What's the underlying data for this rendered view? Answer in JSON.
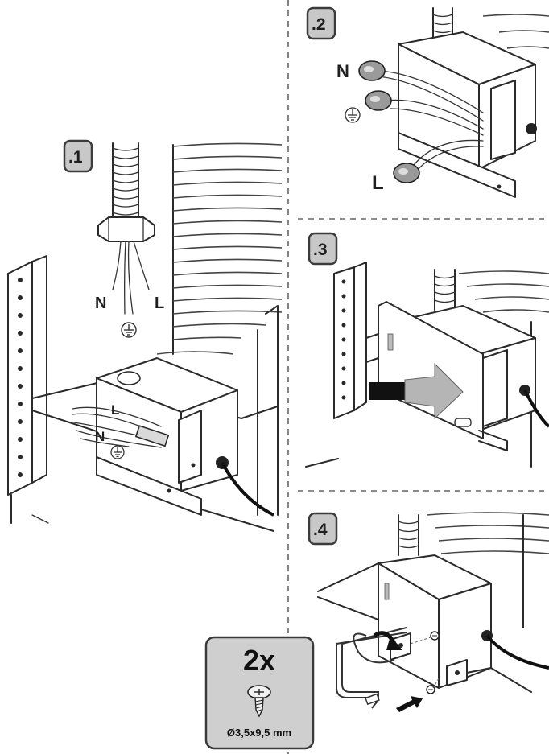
{
  "steps": [
    {
      "label": ".1"
    },
    {
      "label": ".2"
    },
    {
      "label": ".3"
    },
    {
      "label": ".4"
    }
  ],
  "wires": {
    "neutral": "N",
    "live": "L"
  },
  "screw": {
    "quantity": "2x",
    "size": "Ø3,5x9,5 mm"
  },
  "colors": {
    "badge": "#c8c8c8",
    "ink": "#2a2a2a",
    "arrow": "#b5b5b5"
  },
  "icons": [
    "ground-symbol-icon",
    "screw-icon",
    "arrow-right-icon",
    "rotate-arrow-icon"
  ]
}
